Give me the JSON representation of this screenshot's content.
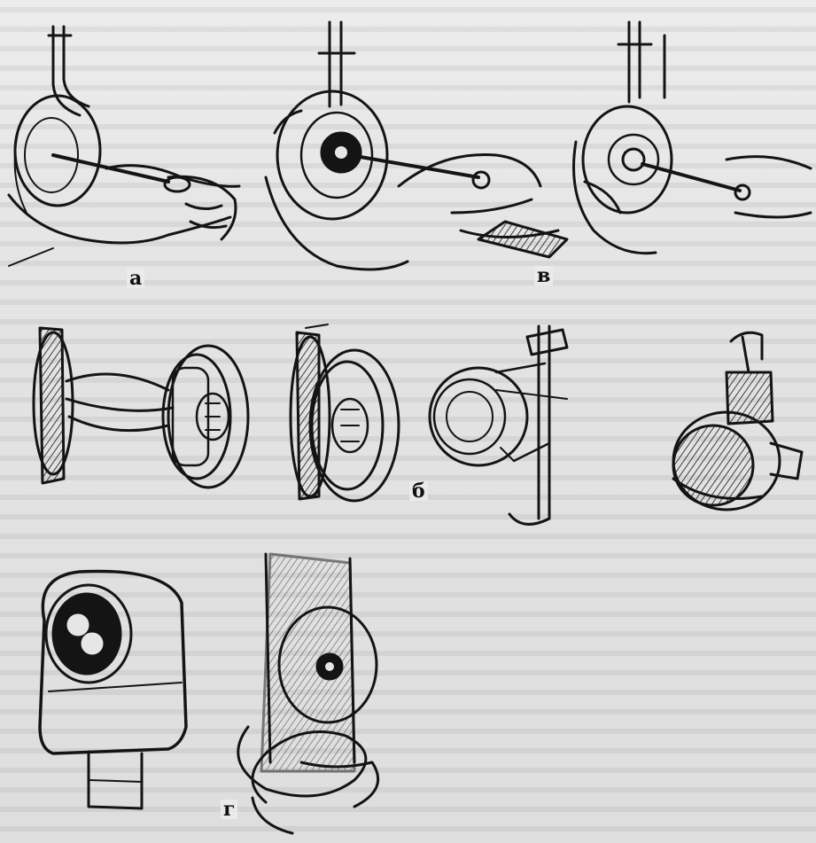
{
  "figure": {
    "labels": {
      "a": "а",
      "b": "б",
      "v": "в",
      "g": "г"
    }
  },
  "colors": {
    "ink": "#141414",
    "paper": "#e6e6e6"
  }
}
